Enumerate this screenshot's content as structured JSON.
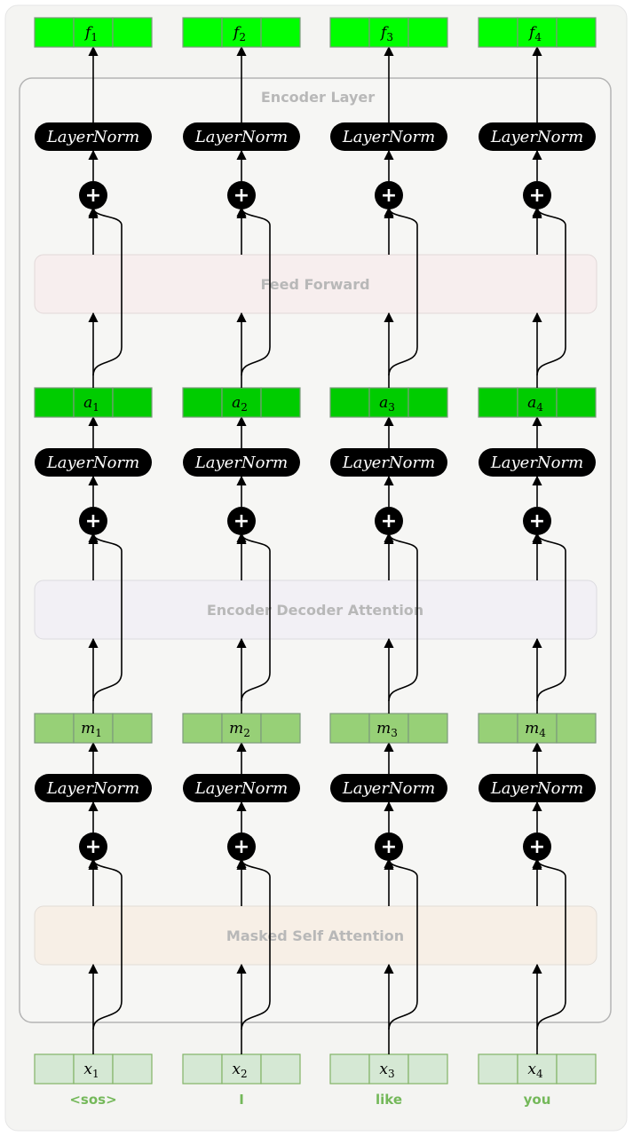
{
  "title": "Encoder Layer",
  "blocks": {
    "masked_self_attention": "Masked Self Attention",
    "encoder_decoder_attention": "Encoder Decoder Attention",
    "feed_forward": "Feed Forward"
  },
  "layer_norm_label": "LayerNorm",
  "add_symbol": "+",
  "columns": [
    {
      "token": "<sos>",
      "x": "x",
      "m": "m",
      "a": "a",
      "f": "f",
      "index": "1"
    },
    {
      "token": "I",
      "x": "x",
      "m": "m",
      "a": "a",
      "f": "f",
      "index": "2"
    },
    {
      "token": "like",
      "x": "x",
      "m": "m",
      "a": "a",
      "f": "f",
      "index": "3"
    },
    {
      "token": "you",
      "x": "x",
      "m": "m",
      "a": "a",
      "f": "f",
      "index": "4"
    }
  ],
  "colors": {
    "input_fill": "#d5e8d4",
    "input_stroke": "#82b366",
    "m_fill": "#97d077",
    "a_fill": "#00cc00",
    "f_fill": "#00ff00",
    "vec_stroke": "#7d9a7d",
    "msa_fill": "#f7efe6",
    "eda_fill": "#f2f0f5",
    "ff_fill": "#f7eeee",
    "encoder_fill": "#f6f6f4",
    "encoder_stroke": "#b4b4b4",
    "block_text": "#b8b8b8",
    "token_text": "#74b85a"
  }
}
